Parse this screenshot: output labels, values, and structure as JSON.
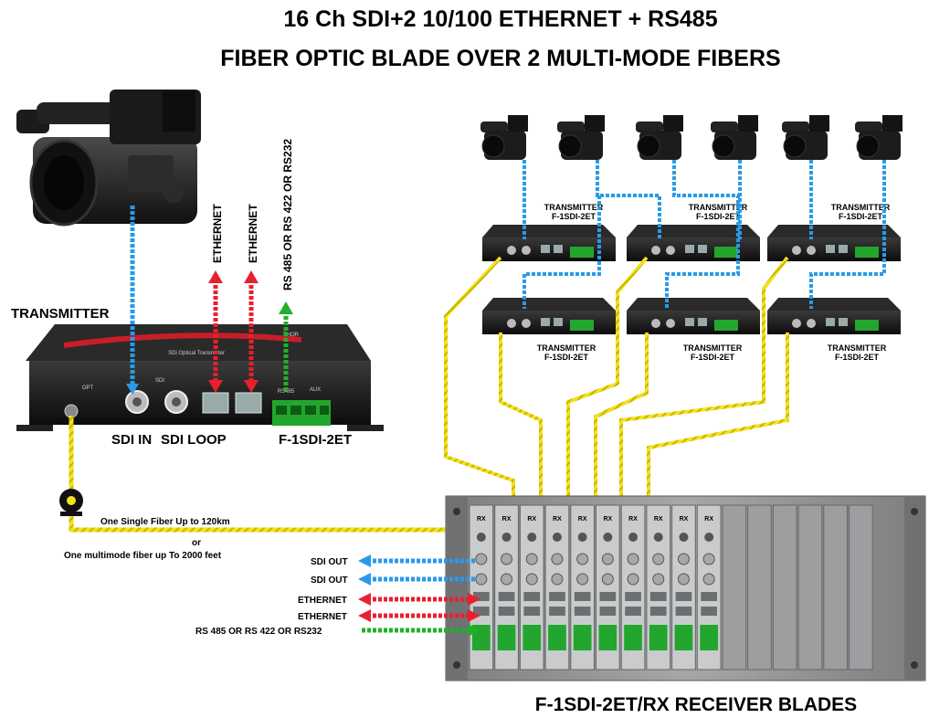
{
  "title": {
    "line1": "16 Ch SDI+2 10/100 ETHERNET + RS485",
    "line2": "FIBER OPTIC BLADE OVER 2 MULTI-MODE FIBERS"
  },
  "transmitter": {
    "heading": "TRANSMITTER",
    "model": "F-1SDI-2ET",
    "sdi_in": "SDI IN",
    "sdi_loop": "SDI LOOP",
    "panel_text": "SDi Optical Transmitter",
    "brand": "THOR",
    "port_opt": "OPT",
    "port_sdi": "SDI",
    "port_rs485": "RS485",
    "port_aux": "AUX"
  },
  "vertical_labels": {
    "ethernet_1": "ETHERNET",
    "ethernet_2": "ETHERNET",
    "serial": "RS 485 OR RS 422 OR RS232"
  },
  "small_transmitters": {
    "label_line1": "TRANSMITTER",
    "label_line2": "F-1SDI-2ET"
  },
  "fiber": {
    "line1": "One Single Fiber Up to 120km",
    "line2": "or",
    "line3": "One multimode fiber up To 2000 feet"
  },
  "receiver_outputs": {
    "sdi_out_1": "SDI OUT",
    "sdi_out_2": "SDI OUT",
    "ethernet_1": "ETHERNET",
    "ethernet_2": "ETHERNET",
    "serial": "RS 485 OR RS 422 OR RS232"
  },
  "receiver": {
    "caption": "F-1SDI-2ET/RX RECEIVER BLADES",
    "slot_label": "RX",
    "active_slots": 10,
    "empty_slots": 6
  },
  "colors": {
    "fiber": "#f0e020",
    "sdi": "#2a9ae8",
    "ethernet": "#e8202e",
    "serial": "#22b02a",
    "device": "#1a1a1a",
    "rack": "#8a8c8e"
  }
}
